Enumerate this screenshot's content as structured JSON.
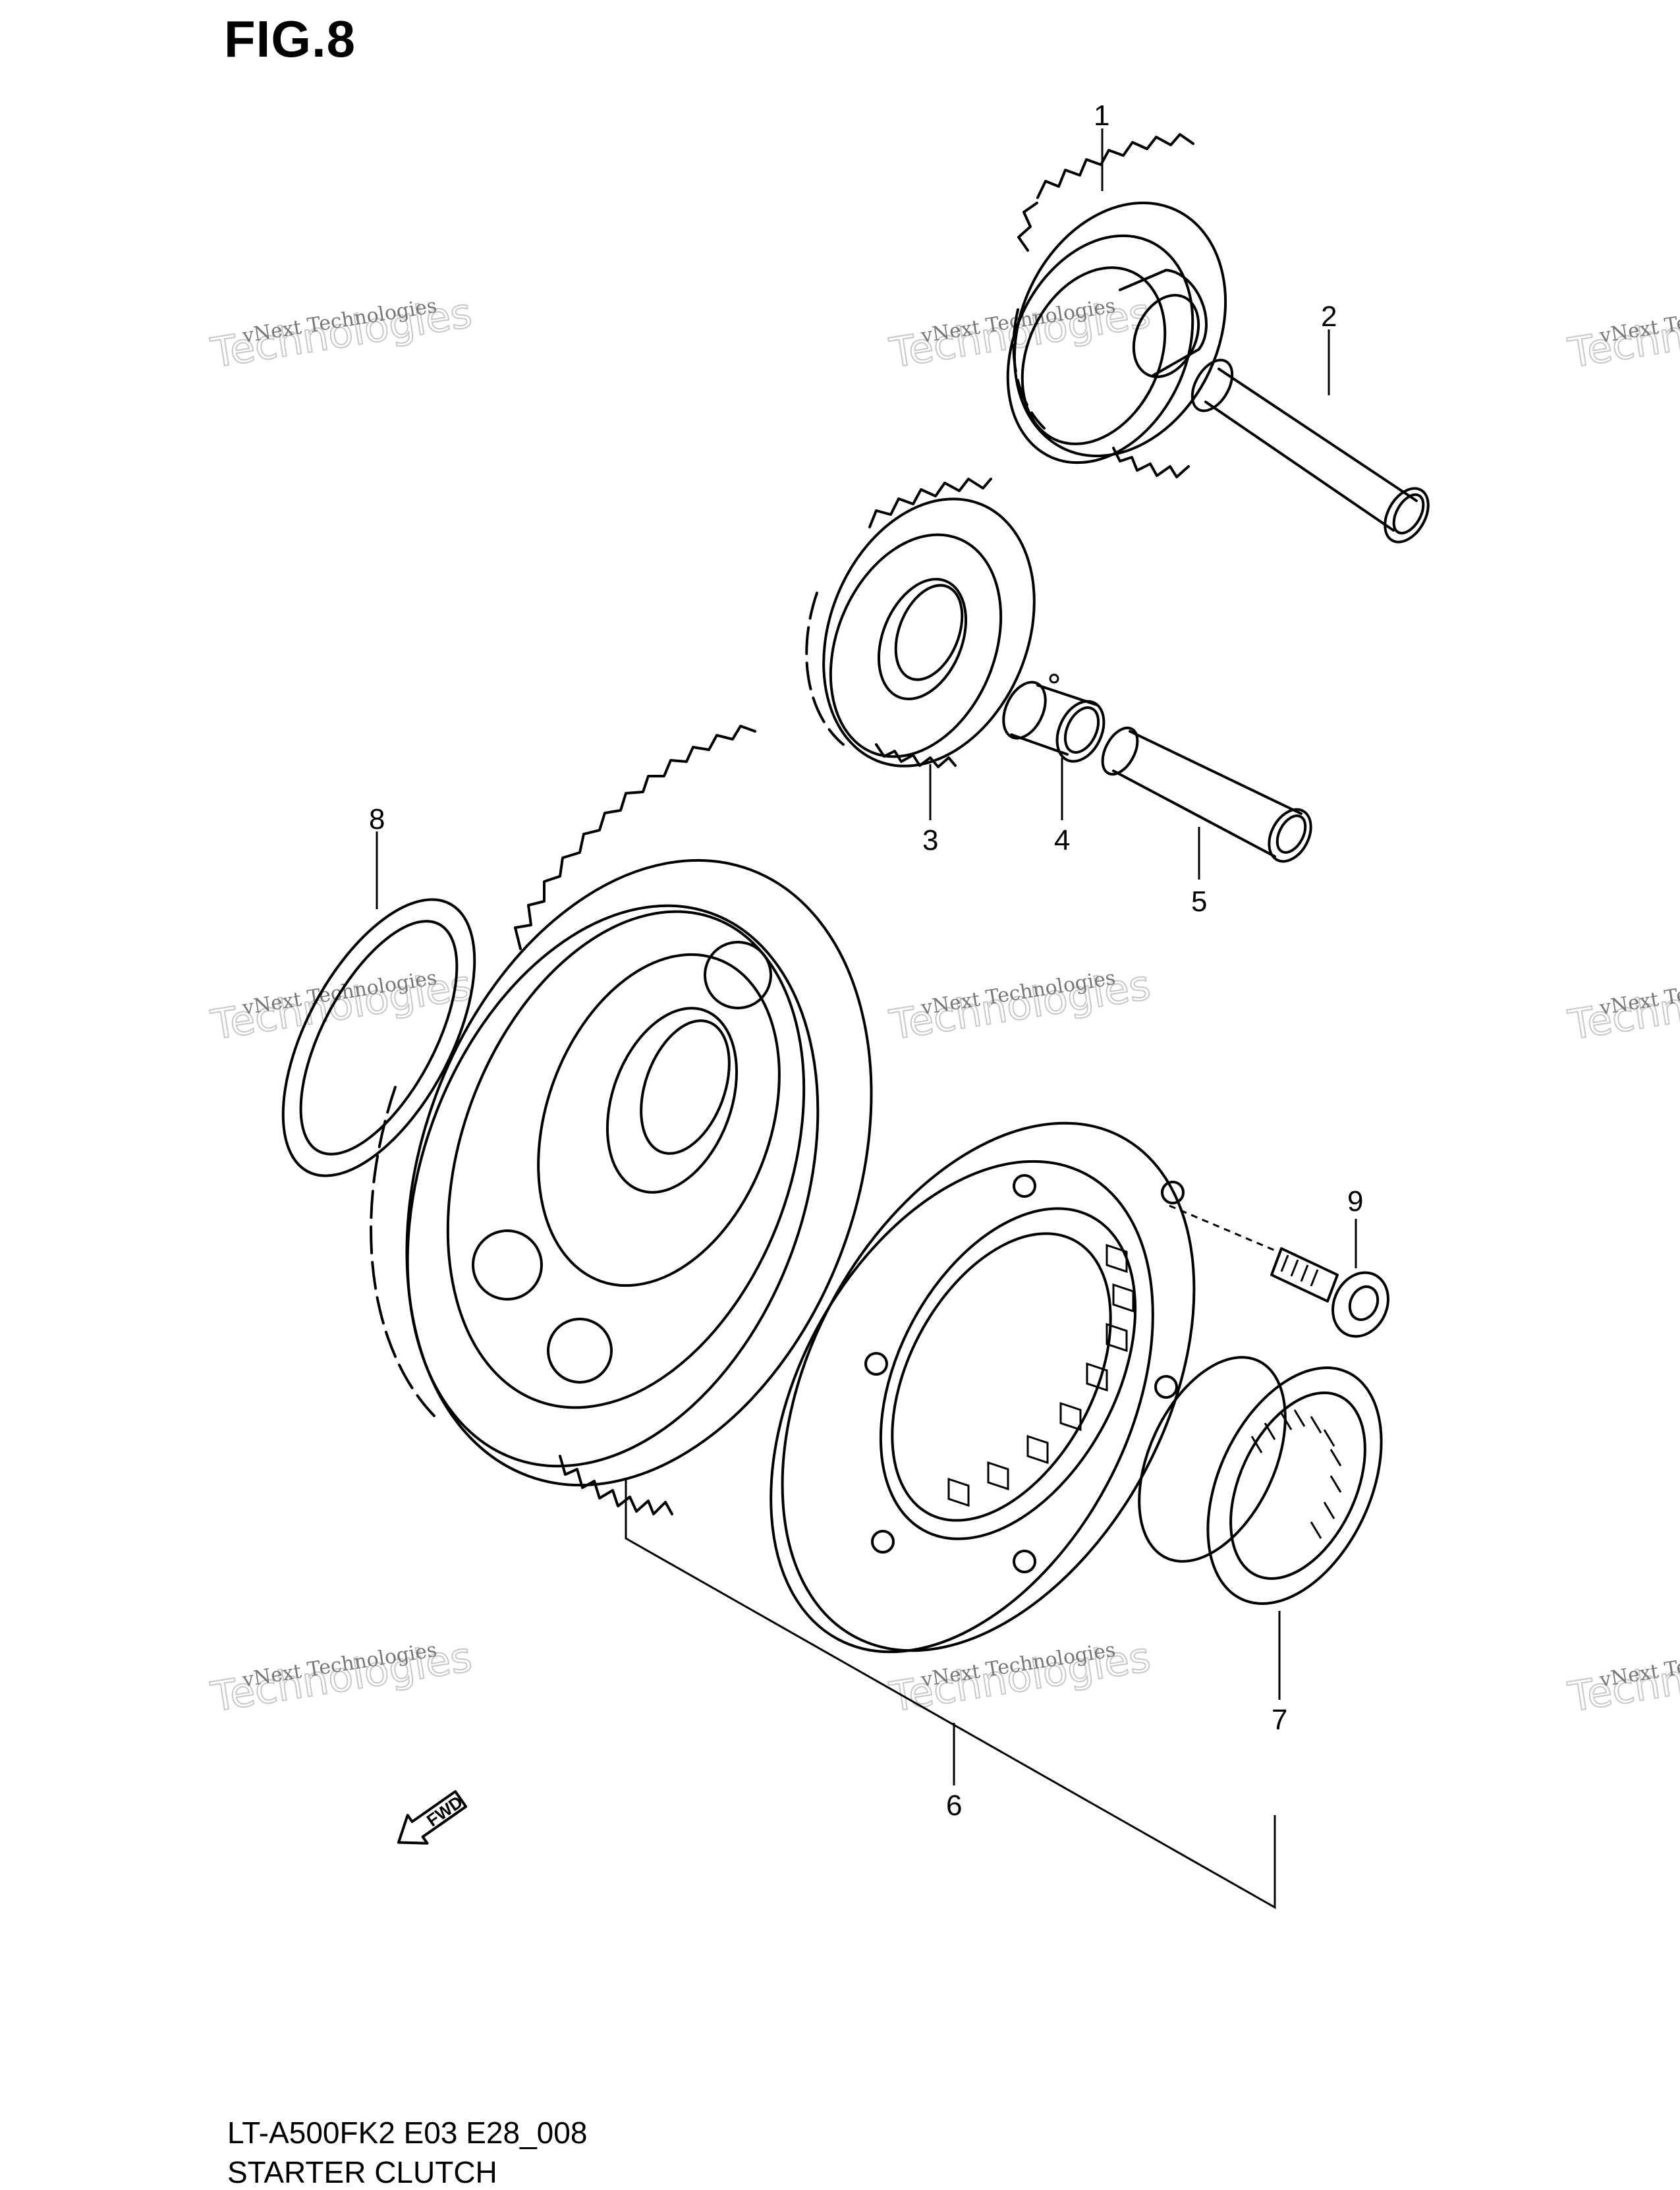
{
  "figure": {
    "title": "FIG.8"
  },
  "watermark": {
    "line1": "vNext Technologies",
    "line2a": "vNext",
    "line2b": "Technologies"
  },
  "parts": [
    {
      "ref": "1"
    },
    {
      "ref": "2"
    },
    {
      "ref": "3"
    },
    {
      "ref": "4"
    },
    {
      "ref": "5"
    },
    {
      "ref": "6"
    },
    {
      "ref": "7"
    },
    {
      "ref": "8"
    },
    {
      "ref": "9"
    }
  ],
  "fwd_arrow": {
    "label": "FWD"
  },
  "footer": {
    "model_code": "LT-A500FK2 E03 E28_008",
    "section_name": "STARTER CLUTCH"
  }
}
